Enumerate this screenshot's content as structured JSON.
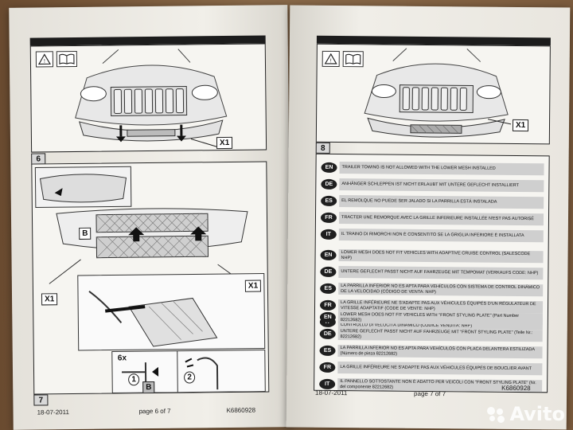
{
  "left_page": {
    "step6": {
      "number": "6",
      "callout": "X1"
    },
    "step7": {
      "number": "7",
      "callouts": {
        "b_top": "B",
        "x1_left": "X1",
        "x1_right": "X1",
        "qty": "6x",
        "step1": "1",
        "b_bottom": "B",
        "step2": "2"
      }
    },
    "footer": {
      "date": "18-07-2011",
      "page": "page 6 of 7",
      "code": "K6860928"
    }
  },
  "right_page": {
    "step8": {
      "number": "8",
      "callout": "X1"
    },
    "lang_groups": [
      [
        {
          "code": "EN",
          "text": "TRAILER TOWING IS NOT ALLOWED WITH THE LOWER MESH INSTALLED"
        },
        {
          "code": "DE",
          "text": "ANHÄNGER SCHLEPPEN IST NICHT ERLAUBT MIT UNTERE GEFLECHT INSTALLIERT"
        },
        {
          "code": "ES",
          "text": "EL REMOLQUE NO PUEDE SER JALADO SI LA PARRILLA ESTÁ INSTALADA"
        },
        {
          "code": "FR",
          "text": "TRACTER UNE REMORQUE AVEC LA GRILLE INFERIEURE INSTALLÉE N'EST PAS AUTORISÉ"
        },
        {
          "code": "IT",
          "text": "IL TRAINO DI RIMORCHI NON È CONSENTITO SE LA GRIGLIA INFERIORE È INSTALLATA"
        }
      ],
      [
        {
          "code": "EN",
          "text": "LOWER MESH DOES NOT FIT VEHICLES WITH ADAPTIVE CRUISE CONTROL (SALESCODE NHP)"
        },
        {
          "code": "DE",
          "text": "UNTERE GEFLECHT PASST NICHT AUF FAHRZEUGE MIT TEMPOMAT (VERKAUFS CODE: NHP)"
        },
        {
          "code": "ES",
          "text": "LA PARRILLA INFERIOR NO ES APTA PARA VEHÍCULOS CON SISTEMA DE CONTROL DINÁMICO DE LA VELOCIDAD (CÓDIGO DE VENTA: NHP)"
        },
        {
          "code": "FR",
          "text": "LA GRILLE INFÉRIEURE NE S'ADAPTE PAS AUX VÉHICULES ÉQUIPÉS D'UN RÉGULATEUR DE VITESSE ADAPTATIF (CODE DE VENTE: NHP)"
        },
        {
          "code": "IT",
          "text": "LA MASCHERINA INFERIORE NON PUÒ ESSERE MONTATA SU VEICOLI CHE ABBIANO IL CONTROLLO DI VELOCITÀ DINAMICO (CODICE VENDITA: NHP)"
        }
      ],
      [
        {
          "code": "EN",
          "text": "LOWER MESH DOES NOT FIT VEHICLES WITH \"FRONT STYLING PLATE\" (Part Number 82212682)"
        },
        {
          "code": "DE",
          "text": "UNTERE GEFLECHT PASST NICHT AUF FAHRZEUGE MIT \"FRONT STYLING PLATE\" (Teile Nr.: 82212682)"
        },
        {
          "code": "ES",
          "text": "LA PARRILLA INFERIOR NO ES APTA PARA VEHÍCULOS CON PLACA DELANTERA ESTILIZADA (Número de pieza 82212682)"
        },
        {
          "code": "FR",
          "text": "LA GRILLE INFÉRIEURE NE S'ADAPTE PAS AUX VÉHICULES ÉQUIPÉS DE BOUCLIER AVANT"
        },
        {
          "code": "IT",
          "text": "IL PANNELLO SOTTOSTANTE NON È ADATTO PER VEICOLI CON \"FRONT STYLING PLATE\" (Nr. del componente 82212682)"
        }
      ]
    ],
    "footer": {
      "date": "18-07-2011",
      "page": "page 7 of 7",
      "code": "K6860928"
    }
  },
  "watermark": "Avito"
}
